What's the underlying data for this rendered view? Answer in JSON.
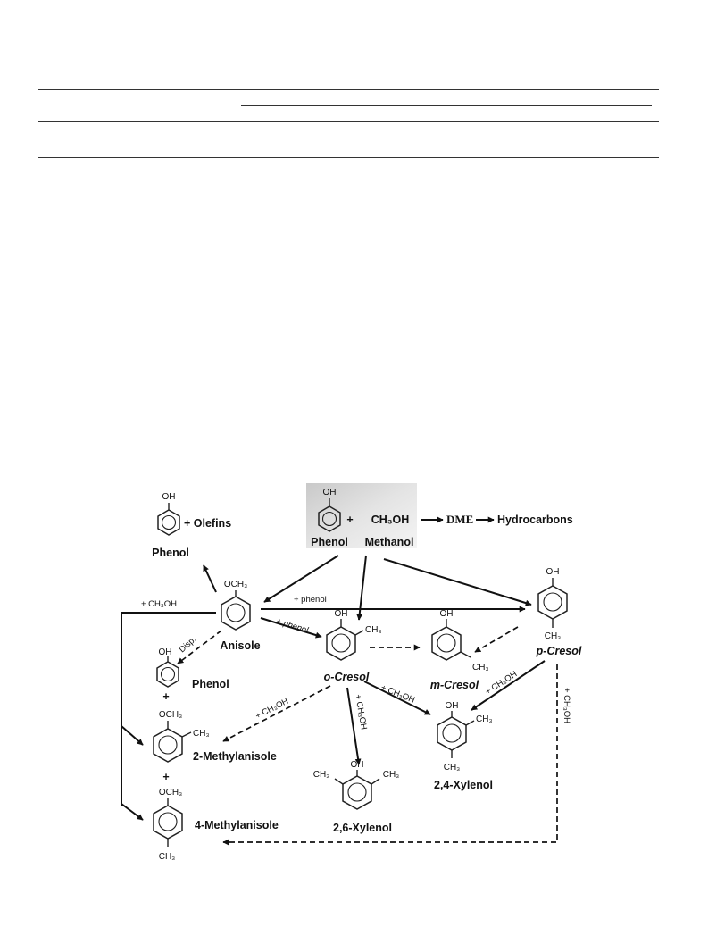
{
  "scheme": {
    "feed": {
      "phenol": "Phenol",
      "oh": "OH",
      "plus": "+",
      "methanol_formula": "CH₃OH",
      "methanol": "Methanol",
      "dme": "DME",
      "hydrocarbons": "Hydrocarbons"
    },
    "decomposition": {
      "oh": "OH",
      "olefins": "+ Olefins",
      "phenol": "Phenol"
    },
    "anisole": {
      "group": "OCH₃",
      "label": "Anisole"
    },
    "p_cresol": {
      "oh": "OH",
      "ch3": "CH₃",
      "label": "p-Cresol"
    },
    "o_cresol": {
      "oh": "OH",
      "ch3": "CH₃",
      "label": "o-Cresol"
    },
    "m_cresol": {
      "oh": "OH",
      "ch3": "CH₃",
      "label": "m-Cresol"
    },
    "disp_phenol": {
      "oh": "OH",
      "label": "Phenol",
      "plus": "+"
    },
    "methylanisole_2": {
      "group": "OCH₃",
      "ch3": "CH₃",
      "label": "2-Methylanisole",
      "plus": "+"
    },
    "methylanisole_4": {
      "group": "OCH₃",
      "ch3": "CH₃",
      "label": "4-Methylanisole"
    },
    "xylenol_26": {
      "oh": "OH",
      "ch3_left": "CH₃",
      "ch3_right": "CH₃",
      "label": "2,6-Xylenol"
    },
    "xylenol_24": {
      "oh": "OH",
      "ch3_top": "CH₃",
      "ch3_bottom": "CH₃",
      "label": "2,4-Xylenol"
    },
    "reagents": {
      "ch3oh_left": "+ CH₃OH",
      "phenol_top": "+ phenol",
      "phenol_diag": "+ phenol",
      "disp": "Disp.",
      "ch3oh_o_cresol_left": "+ CH₃OH",
      "ch3oh_o_cresol_down": "+ CH₃OH",
      "ch3oh_o_cresol_right": "+ CH₃OH",
      "ch3oh_p_cresol_left": "+ CH₃OH",
      "ch3oh_p_cresol_down": "+ CH₃OH"
    }
  }
}
